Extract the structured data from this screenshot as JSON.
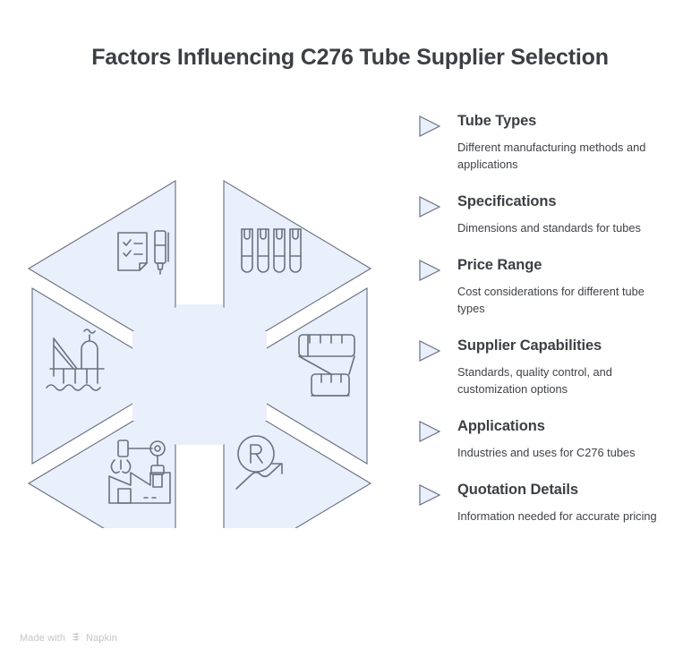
{
  "title": "Factors Influencing C276 Tube Supplier Selection",
  "colors": {
    "shape_fill": "#e9effb",
    "shape_stroke": "#6b7280",
    "title_text": "#3c3f44",
    "body_text": "#3f4247",
    "icon_stroke": "#6b7280",
    "background": "#ffffff",
    "footer_text": "#c3c5c9"
  },
  "diagram": {
    "type": "hexagonal-star",
    "segments": [
      {
        "position": "top-left",
        "icon": "checklist-pen-icon",
        "label": "Quotation Details"
      },
      {
        "position": "top-right",
        "icon": "tubes-icon",
        "label": "Tube Types"
      },
      {
        "position": "left",
        "icon": "oil-rig-icon",
        "label": "Applications"
      },
      {
        "position": "right",
        "icon": "measuring-tape-icon",
        "label": "Specifications"
      },
      {
        "position": "bottom-left",
        "icon": "factory-robot-icon",
        "label": "Supplier Capabilities"
      },
      {
        "position": "bottom-right",
        "icon": "price-trend-icon",
        "label": "Price Range"
      }
    ]
  },
  "factors": [
    {
      "marker": "triangle-right-icon",
      "title": "Tube Types",
      "description": "Different manufacturing methods and applications"
    },
    {
      "marker": "triangle-right-icon",
      "title": "Specifications",
      "description": "Dimensions and standards for tubes"
    },
    {
      "marker": "triangle-right-icon",
      "title": "Price Range",
      "description": "Cost considerations for different tube types"
    },
    {
      "marker": "triangle-right-icon",
      "title": "Supplier Capabilities",
      "description": "Standards, quality control, and customization options"
    },
    {
      "marker": "triangle-right-icon",
      "title": "Applications",
      "description": "Industries and uses for C276 tubes"
    },
    {
      "marker": "triangle-right-icon",
      "title": "Quotation Details",
      "description": "Information needed for accurate pricing"
    }
  ],
  "footer": {
    "made_with": "Made with",
    "brand": "Napkin"
  }
}
